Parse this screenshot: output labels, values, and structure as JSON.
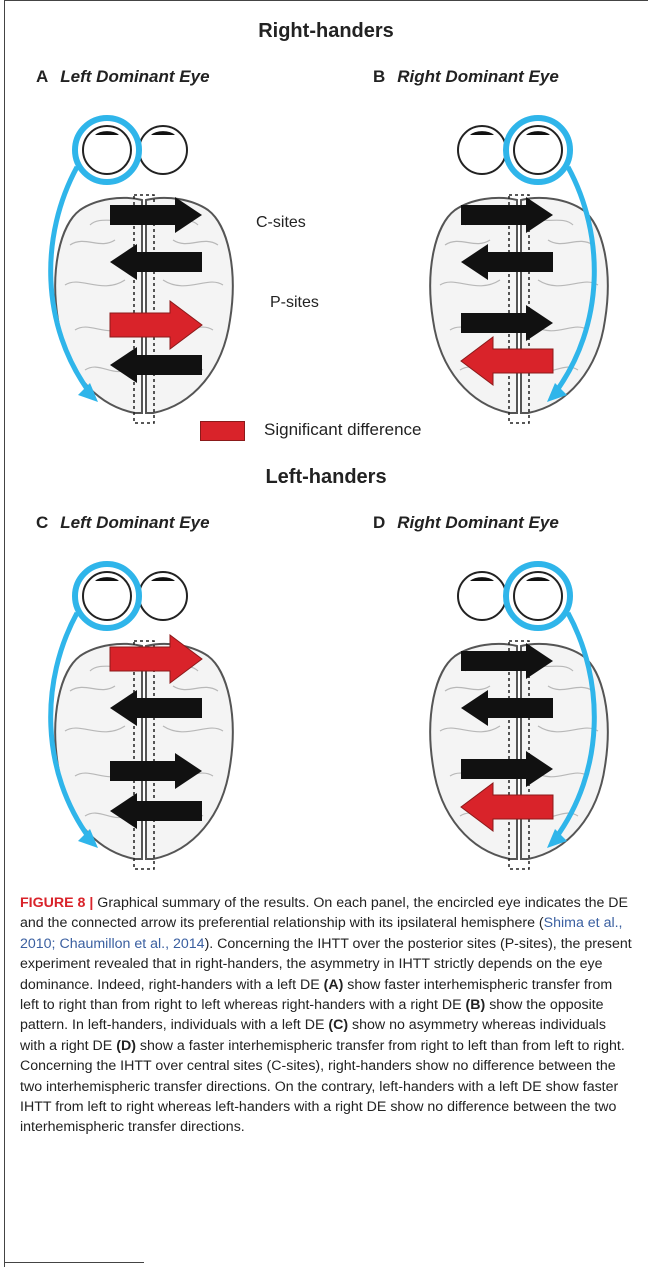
{
  "figure": {
    "sections": [
      {
        "title": "Right-handers"
      },
      {
        "title": "Left-handers"
      }
    ],
    "panels": [
      {
        "letter": "A",
        "title": "Left Dominant Eye"
      },
      {
        "letter": "B",
        "title": "Right Dominant Eye"
      },
      {
        "letter": "C",
        "title": "Left Dominant Eye"
      },
      {
        "letter": "D",
        "title": "Right Dominant Eye"
      }
    ],
    "site_labels": {
      "central": "C-sites",
      "posterior": "P-sites"
    },
    "legend": {
      "label": "Significant difference",
      "color": "#d9232a"
    },
    "colors": {
      "arrow_normal": "#111111",
      "arrow_significant": "#d9232a",
      "eye_link": "#2fb5ea"
    }
  },
  "caption": {
    "label": "FIGURE 8 |",
    "text_1": "Graphical summary of the results. On each panel, the encircled eye indicates the DE and the connected arrow its preferential relationship with its ipsilateral hemisphere (",
    "ref_1": "Shima et al., 2010; Chaumillon et al., 2014",
    "text_2": "). Concerning the IHTT over the posterior sites (P-sites), the present experiment revealed that in right-handers, the asymmetry in IHTT strictly depends on the eye dominance. Indeed, right-handers with a left DE",
    "ref_A": "(A)",
    "text_3": "show faster interhemispheric transfer from left to right than from right to left whereas right-handers with a right DE",
    "ref_B": "(B)",
    "text_4": "show the opposite pattern. In left-handers, individuals with a left DE",
    "ref_C": "(C)",
    "text_5": "show no asymmetry whereas individuals with a right DE",
    "ref_D": "(D)",
    "text_6": "show a faster interhemispheric transfer from right to left than from left to right. Concerning the IHTT over central sites (C-sites), right-handers show no difference between the two interhemispheric transfer directions. On the contrary, left-handers with a left DE show faster IHTT from left to right whereas left-handers with a right DE show no difference between the two interhemispheric transfer directions."
  }
}
